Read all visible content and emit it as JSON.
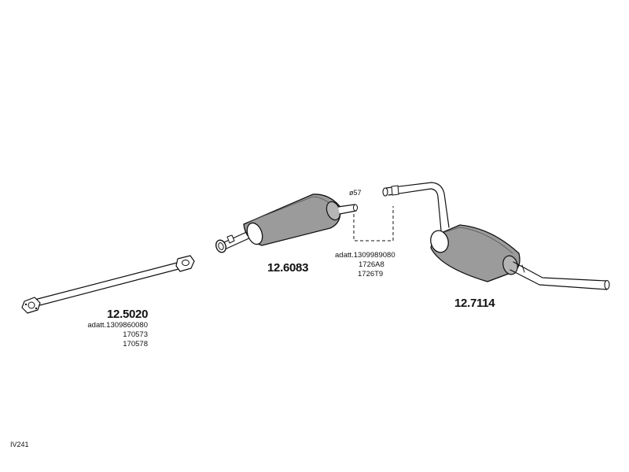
{
  "parts": {
    "front_pipe": {
      "number": "12.5020",
      "notes": [
        "adatt.1309860080",
        "170573",
        "170578"
      ]
    },
    "center_muffler": {
      "number": "12.6083"
    },
    "rear_muffler": {
      "number": "12.7114"
    }
  },
  "adapter": {
    "diameter": "ø57",
    "notes": [
      "adatt.1309989080",
      "1726A8",
      "1726T9"
    ]
  },
  "diagram_code": "IV241"
}
